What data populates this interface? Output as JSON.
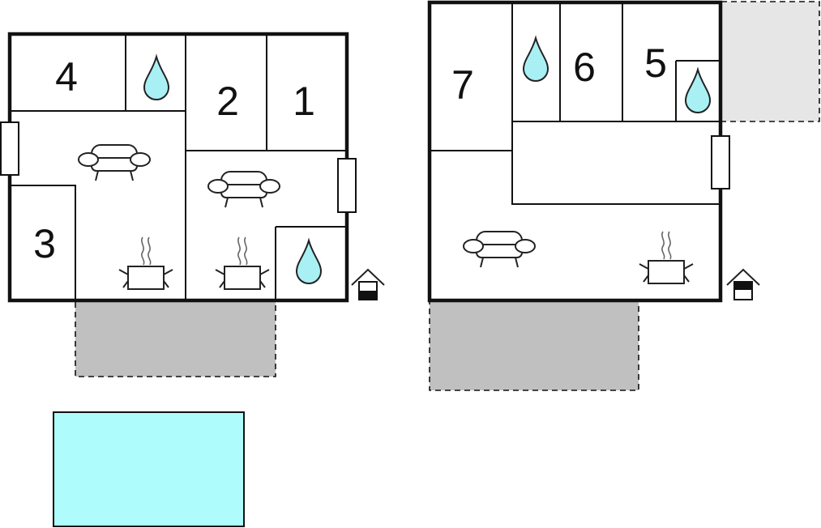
{
  "colors": {
    "wall": "#111111",
    "terrace": "#c0c0c0",
    "terrace_light": "#e6e6e6",
    "pool": "#aefcfc",
    "water_drop": "#a8f0f4"
  },
  "icons": {
    "bathroom": "water-drop-icon",
    "living": "sofa-icon",
    "kitchen": "cooking-pot-icon",
    "entrance": "house-entrance-icon",
    "window": "window-icon"
  },
  "floors": [
    {
      "rooms": [
        {
          "id": "bed4",
          "label": "4"
        },
        {
          "id": "bed2",
          "label": "2"
        },
        {
          "id": "bed1",
          "label": "1"
        },
        {
          "id": "bed3",
          "label": "3"
        }
      ]
    },
    {
      "rooms": [
        {
          "id": "bed7",
          "label": "7"
        },
        {
          "id": "bed6",
          "label": "6"
        },
        {
          "id": "bed5",
          "label": "5"
        }
      ]
    }
  ]
}
